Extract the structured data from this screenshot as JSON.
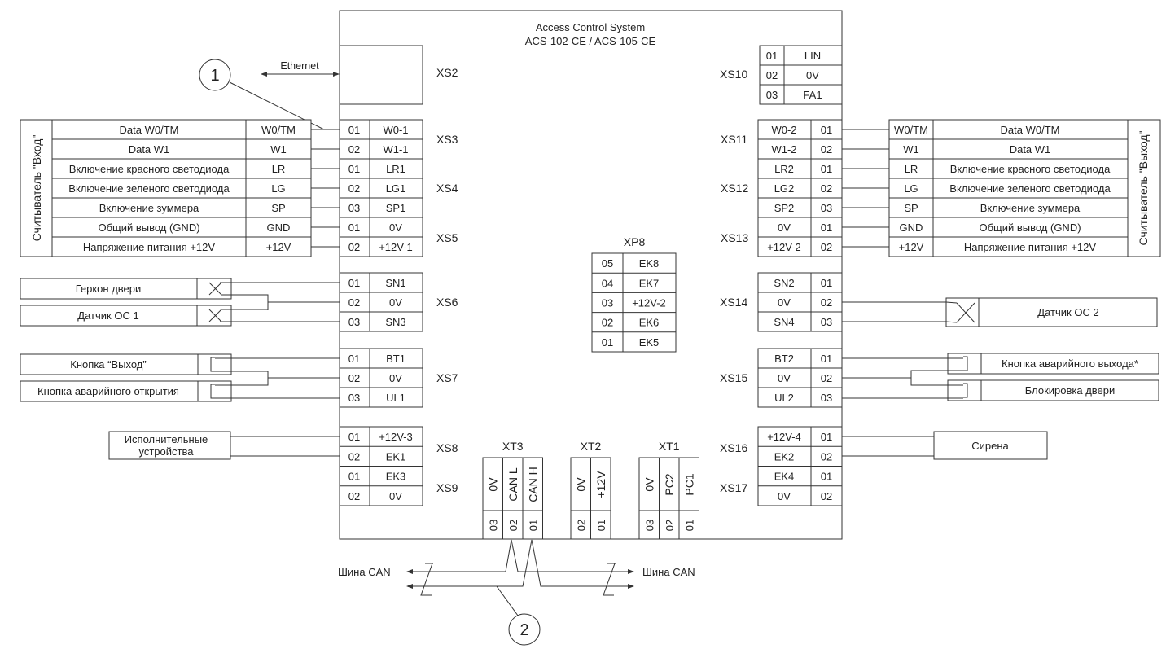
{
  "title": {
    "line1": "Access Control System",
    "line2": "ACS-102-CE / ACS-105-CE"
  },
  "ethernet": {
    "label": "Ethernet",
    "connector": "XS2"
  },
  "callouts": [
    "1",
    "2"
  ],
  "left_reader": {
    "title": "Считыватель \"Вход\"",
    "rows": [
      {
        "desc": "Data W0/TM",
        "pin": "W0/TM"
      },
      {
        "desc": "Data W1",
        "pin": "W1"
      },
      {
        "desc": "Включение красного светодиода",
        "pin": "LR"
      },
      {
        "desc": "Включение зеленого светодиода",
        "pin": "LG"
      },
      {
        "desc": "Включение зуммера",
        "pin": "SP"
      },
      {
        "desc": "Общий вывод (GND)",
        "pin": "GND"
      },
      {
        "desc": "Напряжение питания +12V",
        "pin": "+12V"
      }
    ]
  },
  "right_reader": {
    "title": "Считыватель \"Выход\"",
    "rows": [
      {
        "desc": "Data W0/TM",
        "pin": "W0/TM"
      },
      {
        "desc": "Data W1",
        "pin": "W1"
      },
      {
        "desc": "Включение красного светодиода",
        "pin": "LR"
      },
      {
        "desc": "Включение зеленого светодиода",
        "pin": "LG"
      },
      {
        "desc": "Включение зуммера",
        "pin": "SP"
      },
      {
        "desc": "Общий вывод (GND)",
        "pin": "GND"
      },
      {
        "desc": "Напряжение питания +12V",
        "pin": "+12V"
      }
    ]
  },
  "left_connectors": {
    "xs3_5": {
      "labels": [
        "XS3",
        "XS4",
        "XS5"
      ],
      "rows": [
        {
          "num": "01",
          "sig": "W0-1"
        },
        {
          "num": "02",
          "sig": "W1-1"
        },
        {
          "num": "01",
          "sig": "LR1"
        },
        {
          "num": "02",
          "sig": "LG1"
        },
        {
          "num": "03",
          "sig": "SP1"
        },
        {
          "num": "01",
          "sig": "0V"
        },
        {
          "num": "02",
          "sig": "+12V-1"
        }
      ]
    },
    "xs6": {
      "label": "XS6",
      "rows": [
        {
          "num": "01",
          "sig": "SN1"
        },
        {
          "num": "02",
          "sig": "0V"
        },
        {
          "num": "03",
          "sig": "SN3"
        }
      ]
    },
    "xs7": {
      "label": "XS7",
      "rows": [
        {
          "num": "01",
          "sig": "BT1"
        },
        {
          "num": "02",
          "sig": "0V"
        },
        {
          "num": "03",
          "sig": "UL1"
        }
      ]
    },
    "xs8_9": {
      "labels": [
        "XS8",
        "XS9"
      ],
      "rows": [
        {
          "num": "01",
          "sig": "+12V-3"
        },
        {
          "num": "02",
          "sig": "EK1"
        },
        {
          "num": "01",
          "sig": "EK3"
        },
        {
          "num": "02",
          "sig": "0V"
        }
      ]
    }
  },
  "right_connectors": {
    "xs10": {
      "label": "XS10",
      "rows": [
        {
          "num": "01",
          "sig": "LIN"
        },
        {
          "num": "02",
          "sig": "0V"
        },
        {
          "num": "03",
          "sig": "FA1"
        }
      ]
    },
    "xs11_13": {
      "labels": [
        "XS11",
        "XS12",
        "XS13"
      ],
      "rows": [
        {
          "num": "01",
          "sig": "W0-2"
        },
        {
          "num": "02",
          "sig": "W1-2"
        },
        {
          "num": "01",
          "sig": "LR2"
        },
        {
          "num": "02",
          "sig": "LG2"
        },
        {
          "num": "03",
          "sig": "SP2"
        },
        {
          "num": "01",
          "sig": "0V"
        },
        {
          "num": "02",
          "sig": "+12V-2"
        }
      ]
    },
    "xs14": {
      "label": "XS14",
      "rows": [
        {
          "num": "01",
          "sig": "SN2"
        },
        {
          "num": "02",
          "sig": "0V"
        },
        {
          "num": "03",
          "sig": "SN4"
        }
      ]
    },
    "xs15": {
      "label": "XS15",
      "rows": [
        {
          "num": "01",
          "sig": "BT2"
        },
        {
          "num": "02",
          "sig": "0V"
        },
        {
          "num": "03",
          "sig": "UL2"
        }
      ]
    },
    "xs16_17": {
      "labels": [
        "XS16",
        "XS17"
      ],
      "rows": [
        {
          "num": "01",
          "sig": "+12V-4"
        },
        {
          "num": "02",
          "sig": "EK2"
        },
        {
          "num": "01",
          "sig": "EK4"
        },
        {
          "num": "02",
          "sig": "0V"
        }
      ]
    }
  },
  "xp8": {
    "label": "XP8",
    "rows": [
      {
        "num": "05",
        "sig": "EK8"
      },
      {
        "num": "04",
        "sig": "EK7"
      },
      {
        "num": "03",
        "sig": "+12V-2"
      },
      {
        "num": "02",
        "sig": "EK6"
      },
      {
        "num": "01",
        "sig": "EK5"
      }
    ]
  },
  "bottom_terminals": [
    {
      "label": "XT3",
      "cols": [
        {
          "sig": "0V",
          "num": "03"
        },
        {
          "sig": "CAN L",
          "num": "02"
        },
        {
          "sig": "CAN H",
          "num": "01"
        }
      ]
    },
    {
      "label": "XT2",
      "cols": [
        {
          "sig": "0V",
          "num": "02"
        },
        {
          "sig": "+12V",
          "num": "01"
        }
      ]
    },
    {
      "label": "XT1",
      "cols": [
        {
          "sig": "0V",
          "num": "03"
        },
        {
          "sig": "PC2",
          "num": "02"
        },
        {
          "sig": "PC1",
          "num": "01"
        }
      ]
    }
  ],
  "devices_left": {
    "reed": "Геркон двери",
    "sensor1": "Датчик ОС 1",
    "exit_button": "Кнопка “Выход”",
    "emergency_open": "Кнопка аварийного открытия",
    "actuators_line1": "Исполнительные",
    "actuators_line2": "устройства"
  },
  "devices_right": {
    "sensor2": "Датчик ОС 2",
    "emergency_exit": "Кнопка аварийного выхода*",
    "door_lock": "Блокировка двери",
    "siren": "Сирена"
  },
  "can_bus": {
    "left_label": "Шина CAN",
    "right_label": "Шина CAN"
  }
}
